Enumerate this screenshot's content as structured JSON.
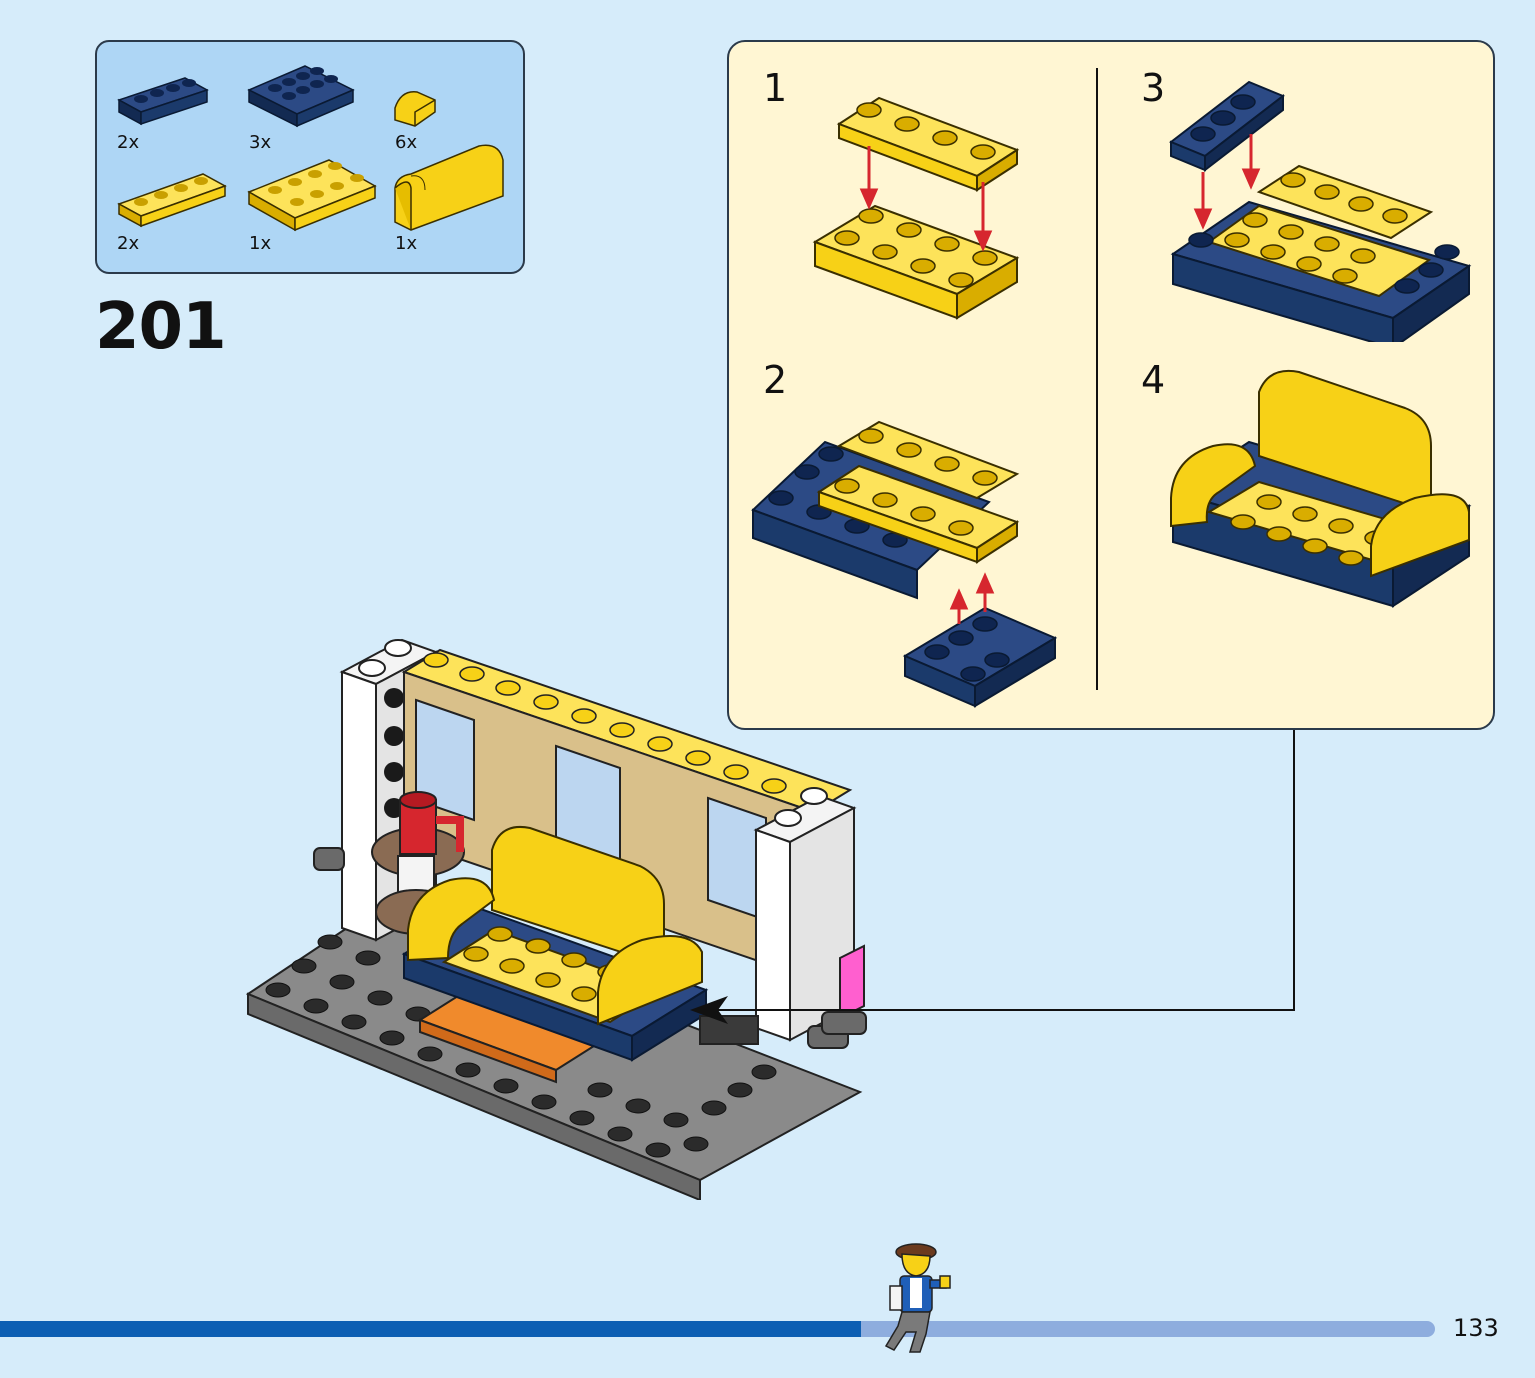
{
  "parts_list": {
    "items": [
      {
        "qty": "2x",
        "part": "dark-blue-plate-1x4",
        "color": "#1b3a6b"
      },
      {
        "qty": "3x",
        "part": "dark-blue-plate-2x4",
        "color": "#1b3a6b"
      },
      {
        "qty": "6x",
        "part": "yellow-curved-slope-1x1",
        "color": "#f7d117"
      },
      {
        "qty": "2x",
        "part": "yellow-plate-1x4",
        "color": "#f7d117"
      },
      {
        "qty": "1x",
        "part": "yellow-plate-2x4",
        "color": "#f7d117"
      },
      {
        "qty": "1x",
        "part": "yellow-curved-brick-2x4",
        "color": "#f7d117"
      }
    ]
  },
  "step": {
    "number": "201"
  },
  "sub_steps": [
    {
      "label": "1"
    },
    {
      "label": "2"
    },
    {
      "label": "3"
    },
    {
      "label": "4"
    }
  ],
  "colors": {
    "background": "#d6ecfa",
    "parts_box": "#aed6f5",
    "callout": "#fff6d3",
    "yellow": "#f7d117",
    "dark_blue": "#1b3a6b",
    "arrow_red": "#d6262e",
    "progress_fill": "#0d5fb3",
    "progress_track": "#8eadde"
  },
  "progress": {
    "fraction": 0.6
  },
  "page": {
    "number": "133"
  }
}
